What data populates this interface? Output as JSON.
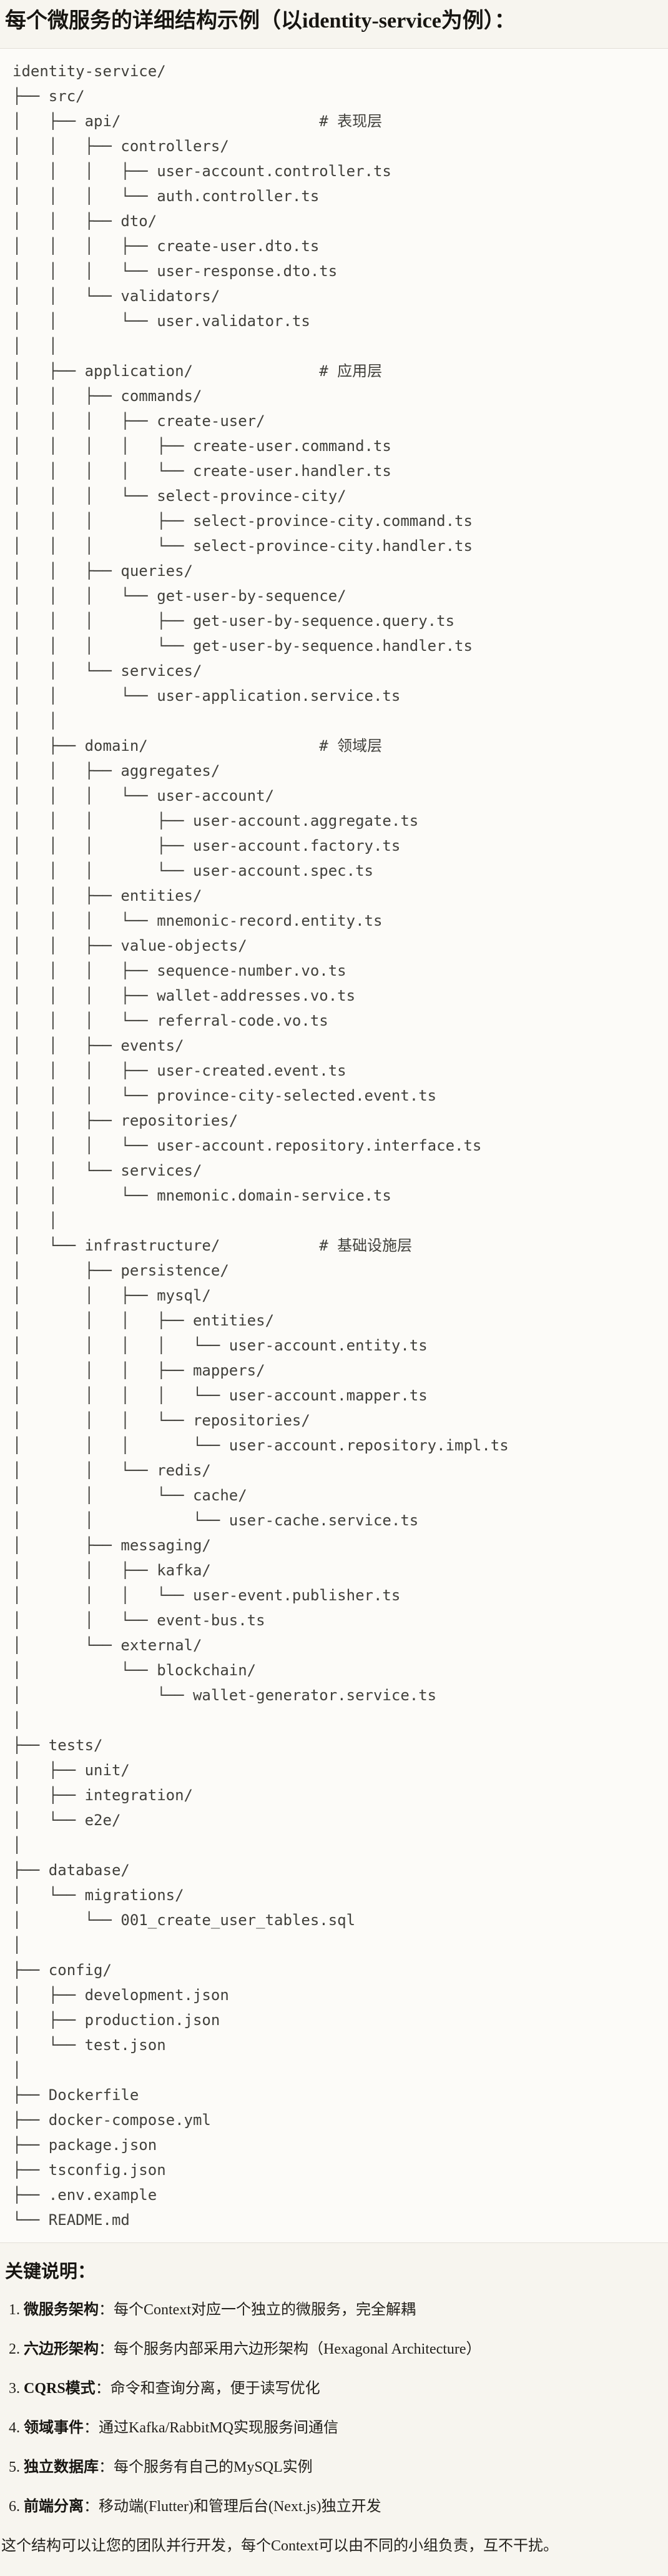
{
  "colors": {
    "page_bg": "#f7f5ef",
    "code_bg": "#fcfbf8",
    "code_border": "#e2dfd7",
    "code_text": "#41403b",
    "body_text": "#23211c",
    "heading_text": "#171511"
  },
  "title": "每个微服务的详细结构示例（以identity-service为例）：",
  "code_block": {
    "lines": [
      "identity-service/",
      "├── src/",
      "│   ├── api/                      # 表现层",
      "│   │   ├── controllers/",
      "│   │   │   ├── user-account.controller.ts",
      "│   │   │   └── auth.controller.ts",
      "│   │   ├── dto/",
      "│   │   │   ├── create-user.dto.ts",
      "│   │   │   └── user-response.dto.ts",
      "│   │   └── validators/",
      "│   │       └── user.validator.ts",
      "│   │",
      "│   ├── application/              # 应用层",
      "│   │   ├── commands/",
      "│   │   │   ├── create-user/",
      "│   │   │   │   ├── create-user.command.ts",
      "│   │   │   │   └── create-user.handler.ts",
      "│   │   │   └── select-province-city/",
      "│   │   │       ├── select-province-city.command.ts",
      "│   │   │       └── select-province-city.handler.ts",
      "│   │   ├── queries/",
      "│   │   │   └── get-user-by-sequence/",
      "│   │   │       ├── get-user-by-sequence.query.ts",
      "│   │   │       └── get-user-by-sequence.handler.ts",
      "│   │   └── services/",
      "│   │       └── user-application.service.ts",
      "│   │",
      "│   ├── domain/                   # 领域层",
      "│   │   ├── aggregates/",
      "│   │   │   └── user-account/",
      "│   │   │       ├── user-account.aggregate.ts",
      "│   │   │       ├── user-account.factory.ts",
      "│   │   │       └── user-account.spec.ts",
      "│   │   ├── entities/",
      "│   │   │   └── mnemonic-record.entity.ts",
      "│   │   ├── value-objects/",
      "│   │   │   ├── sequence-number.vo.ts",
      "│   │   │   ├── wallet-addresses.vo.ts",
      "│   │   │   └── referral-code.vo.ts",
      "│   │   ├── events/",
      "│   │   │   ├── user-created.event.ts",
      "│   │   │   └── province-city-selected.event.ts",
      "│   │   ├── repositories/",
      "│   │   │   └── user-account.repository.interface.ts",
      "│   │   └── services/",
      "│   │       └── mnemonic.domain-service.ts",
      "│   │",
      "│   └── infrastructure/           # 基础设施层",
      "│       ├── persistence/",
      "│       │   ├── mysql/",
      "│       │   │   ├── entities/",
      "│       │   │   │   └── user-account.entity.ts",
      "│       │   │   ├── mappers/",
      "│       │   │   │   └── user-account.mapper.ts",
      "│       │   │   └── repositories/",
      "│       │   │       └── user-account.repository.impl.ts",
      "│       │   └── redis/",
      "│       │       └── cache/",
      "│       │           └── user-cache.service.ts",
      "│       ├── messaging/",
      "│       │   ├── kafka/",
      "│       │   │   └── user-event.publisher.ts",
      "│       │   └── event-bus.ts",
      "│       └── external/",
      "│           └── blockchain/",
      "│               └── wallet-generator.service.ts",
      "│",
      "├── tests/",
      "│   ├── unit/",
      "│   ├── integration/",
      "│   └── e2e/",
      "│",
      "├── database/",
      "│   └── migrations/",
      "│       └── 001_create_user_tables.sql",
      "│",
      "├── config/",
      "│   ├── development.json",
      "│   ├── production.json",
      "│   └── test.json",
      "│",
      "├── Dockerfile",
      "├── docker-compose.yml",
      "├── package.json",
      "├── tsconfig.json",
      "├── .env.example",
      "└── README.md"
    ]
  },
  "notes": {
    "heading": "关键说明：",
    "items": [
      {
        "num": "1.",
        "label": "微服务架构",
        "sep": "：",
        "text": "每个Context对应一个独立的微服务，完全解耦"
      },
      {
        "num": "2.",
        "label": "六边形架构",
        "sep": "：",
        "text": "每个服务内部采用六边形架构（Hexagonal Architecture）"
      },
      {
        "num": "3.",
        "label": "CQRS模式",
        "sep": "：",
        "text": "命令和查询分离，便于读写优化"
      },
      {
        "num": "4.",
        "label": "领域事件",
        "sep": "：",
        "text": "通过Kafka/RabbitMQ实现服务间通信"
      },
      {
        "num": "5.",
        "label": "独立数据库",
        "sep": "：",
        "text": "每个服务有自己的MySQL实例"
      },
      {
        "num": "6.",
        "label": "前端分离",
        "sep": "：",
        "text": "移动端(Flutter)和管理后台(Next.js)独立开发"
      }
    ],
    "footer": "这个结构可以让您的团队并行开发，每个Context可以由不同的小组负责，互不干扰。"
  }
}
